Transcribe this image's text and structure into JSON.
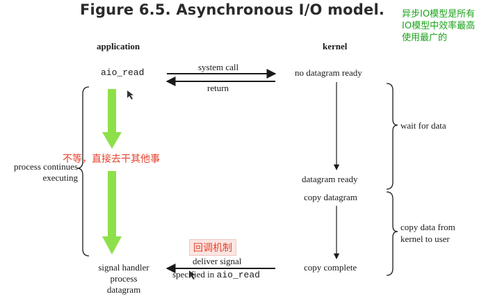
{
  "figure_title": "Figure 6.5. Asynchronous I/O model.",
  "columns": {
    "application": "application",
    "kernel": "kernel"
  },
  "application": {
    "call": "aio_read",
    "process_continues_line1": "process continues",
    "process_continues_line2": "executing",
    "handler_line1": "signal handler",
    "handler_line2": "process",
    "handler_line3": "datagram"
  },
  "arrows": {
    "system_call": "system call",
    "return": "return",
    "deliver_signal": "deliver signal",
    "specified_in_prefix": "specified in",
    "specified_in_code": "aio_read"
  },
  "kernel": {
    "no_datagram_ready": "no datagram ready",
    "datagram_ready": "datagram ready",
    "copy_datagram": "copy datagram",
    "copy_complete": "copy complete"
  },
  "phases": {
    "wait_for_data": "wait for data",
    "copy_data_line1": "copy data from",
    "copy_data_line2": "kernel to user"
  },
  "annotations": {
    "async_note": "异步IO模型是所有IO模型中效率最高使用最广的",
    "no_wait_note": "不等，直接去干其他事",
    "callback_note": "回调机制"
  },
  "colors": {
    "green_arrow": "#8ee04a",
    "green_text": "#1aa31a",
    "red_text": "#e8412c",
    "callback_bg": "#fbe6e3",
    "line": "#1a1a1a"
  }
}
